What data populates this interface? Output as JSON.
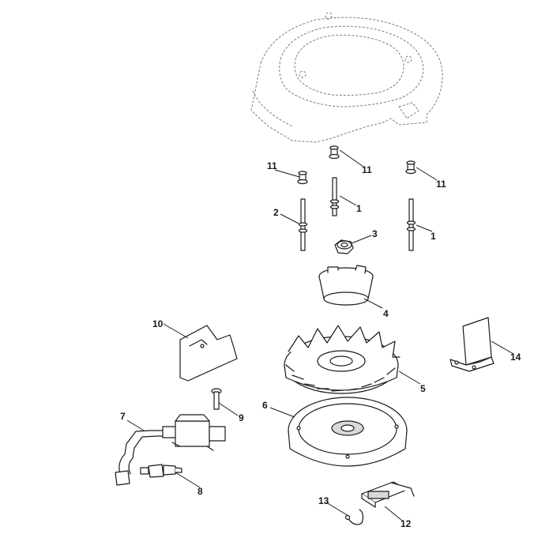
{
  "callouts": {
    "c1a": "1",
    "c1b": "1",
    "c2": "2",
    "c3": "3",
    "c4": "4",
    "c5": "5",
    "c6": "6",
    "c7": "7",
    "c8": "8",
    "c9": "9",
    "c10": "10",
    "c11a": "11",
    "c11b": "11",
    "c11c": "11",
    "c12": "12",
    "c13": "13",
    "c14": "14"
  }
}
